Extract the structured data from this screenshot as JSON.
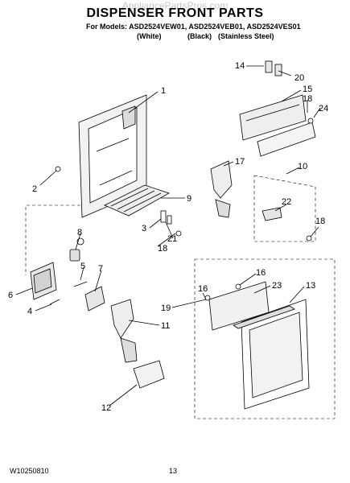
{
  "header": {
    "watermark": "AppliancePartsPros.com",
    "title": "DISPENSER FRONT PARTS",
    "models_label": "For Models: ASD2524VEW01, ASD2524VEB01, ASD2524VES01",
    "variants": [
      "(White)",
      "(Black)",
      "(Stainless Steel)"
    ]
  },
  "callouts": [
    "1",
    "2",
    "3",
    "4",
    "5",
    "6",
    "7",
    "8",
    "9",
    "10",
    "11",
    "12",
    "13",
    "14",
    "15",
    "16",
    "16",
    "17",
    "18",
    "18",
    "18",
    "19",
    "20",
    "21",
    "22",
    "23",
    "24"
  ],
  "footer": {
    "doc_number": "W10250810",
    "page_number": "13"
  }
}
